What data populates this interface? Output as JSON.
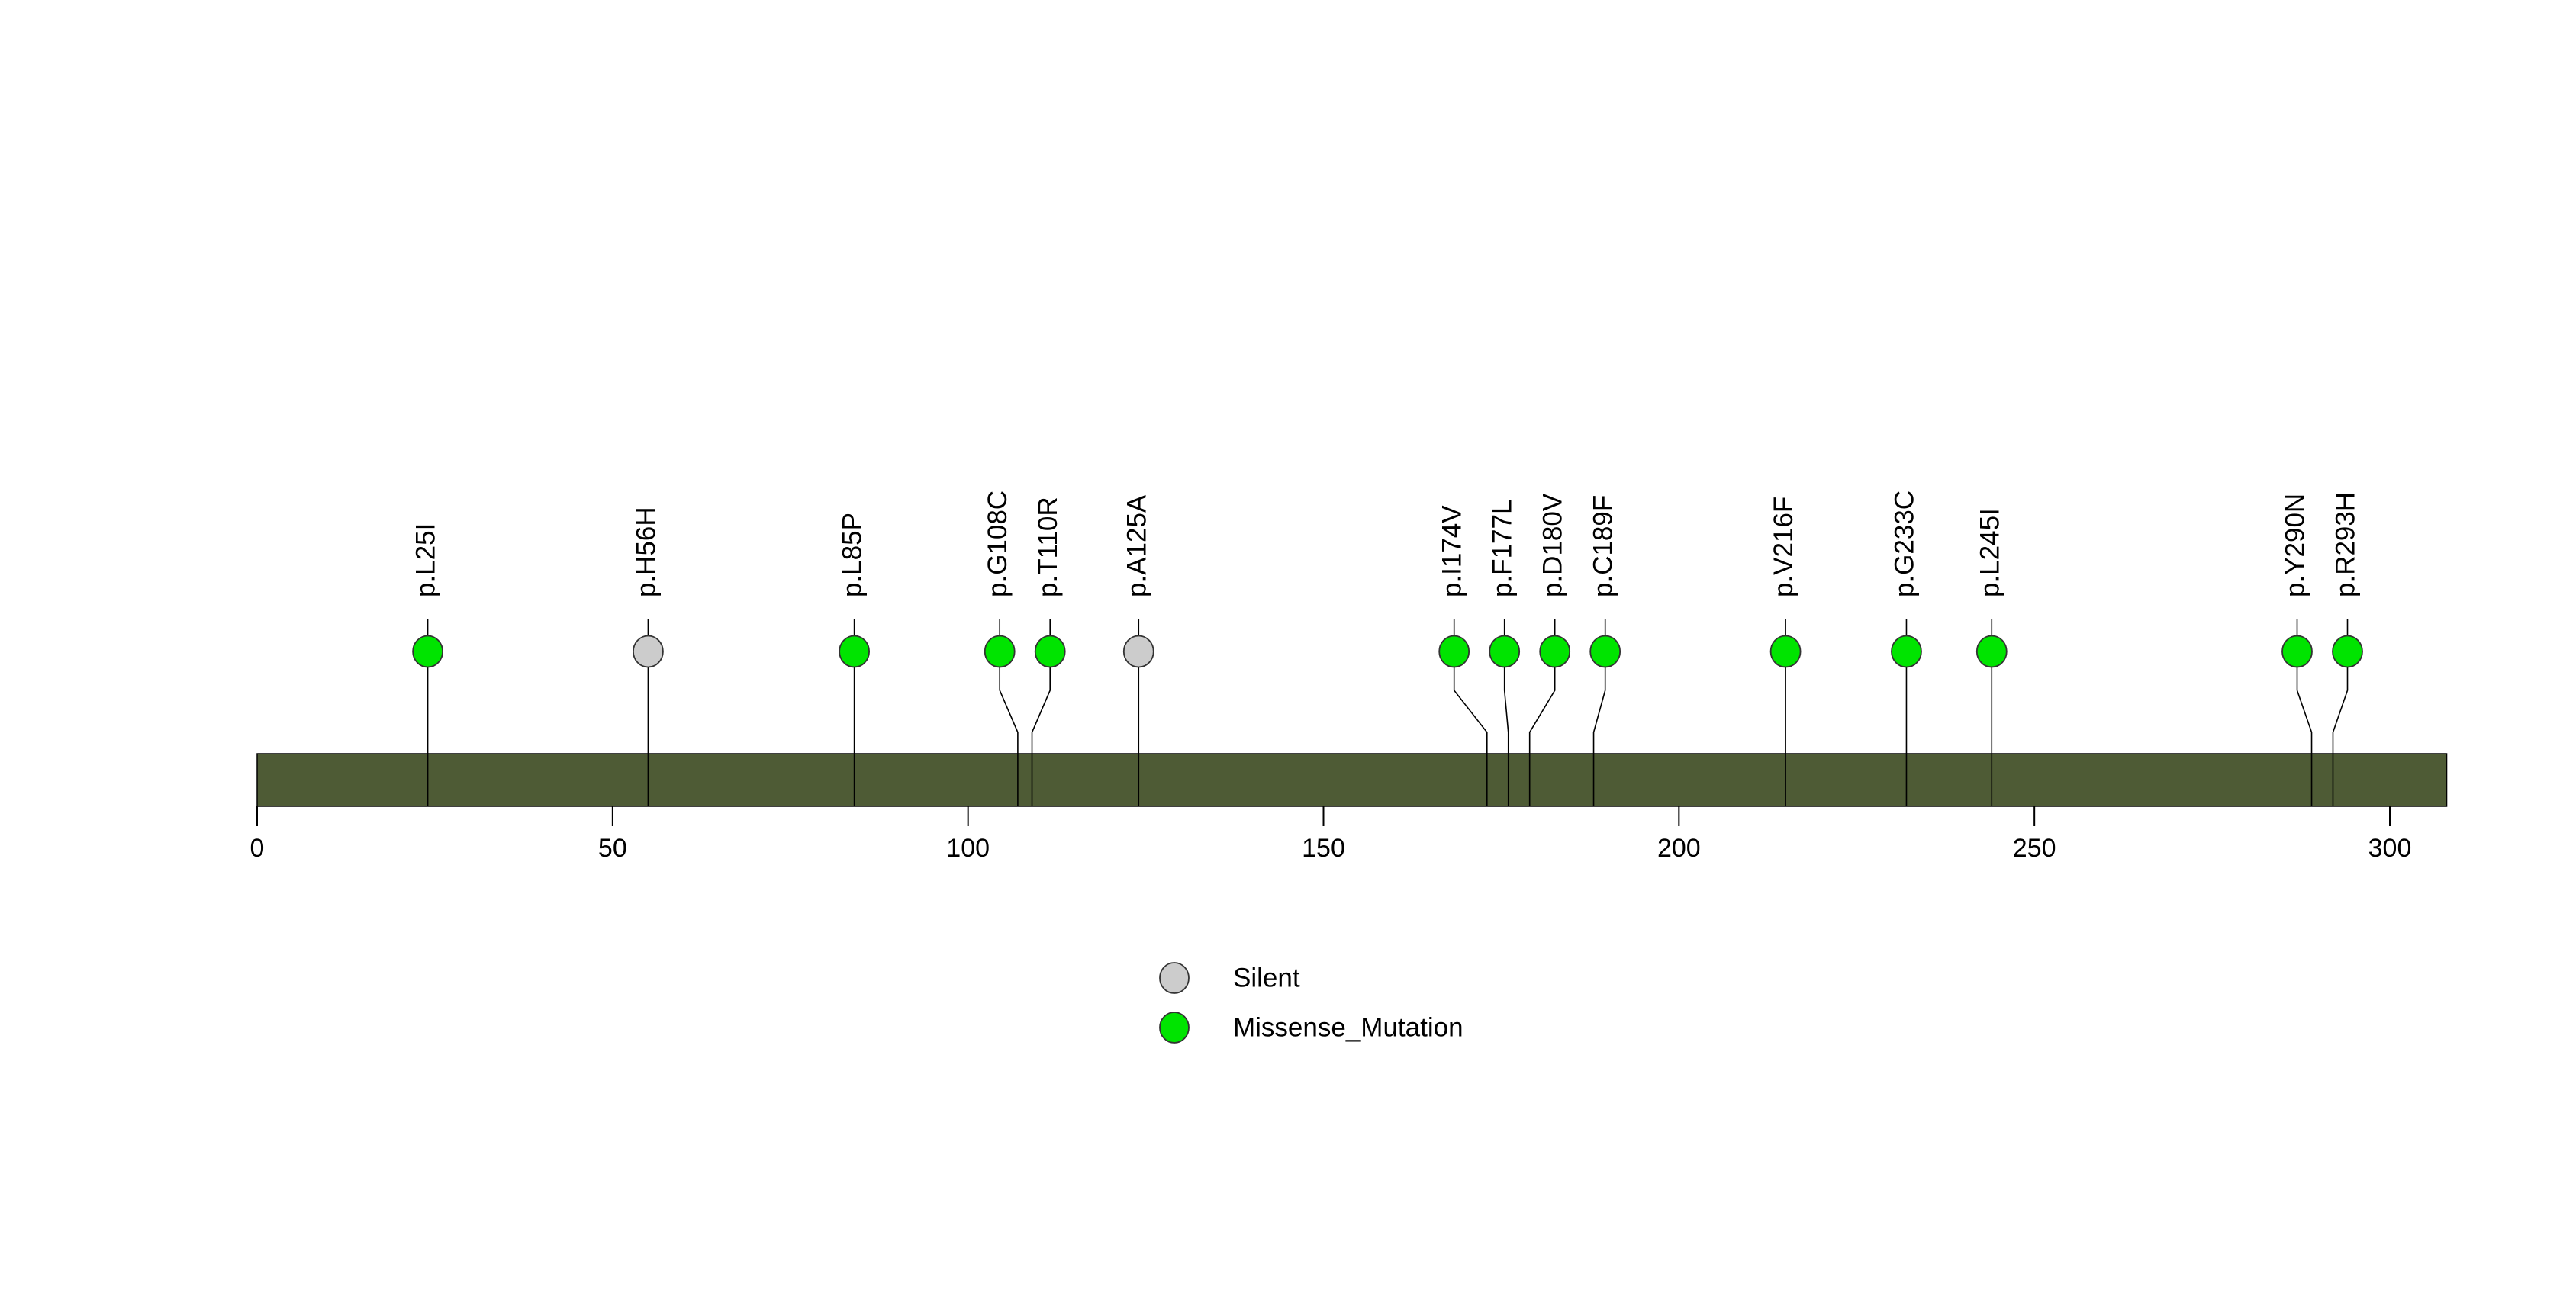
{
  "chart_data": {
    "type": "lollipop",
    "title": "",
    "protein_length_aa": 308,
    "axis": {
      "ticks": [
        0,
        50,
        100,
        150,
        200,
        250,
        300
      ],
      "xlim": [
        0,
        308
      ],
      "grid": false
    },
    "mutations": [
      {
        "label": "p.L25I",
        "position": 25,
        "type": "Missense_Mutation"
      },
      {
        "label": "p.H56H",
        "position": 56,
        "type": "Silent"
      },
      {
        "label": "p.L85P",
        "position": 85,
        "type": "Missense_Mutation"
      },
      {
        "label": "p.G108C",
        "position": 108,
        "type": "Missense_Mutation"
      },
      {
        "label": "p.T110R",
        "position": 110,
        "type": "Missense_Mutation"
      },
      {
        "label": "p.A125A",
        "position": 125,
        "type": "Silent"
      },
      {
        "label": "p.I174V",
        "position": 174,
        "type": "Missense_Mutation"
      },
      {
        "label": "p.F177L",
        "position": 177,
        "type": "Missense_Mutation"
      },
      {
        "label": "p.D180V",
        "position": 180,
        "type": "Missense_Mutation"
      },
      {
        "label": "p.C189F",
        "position": 189,
        "type": "Missense_Mutation"
      },
      {
        "label": "p.V216F",
        "position": 216,
        "type": "Missense_Mutation"
      },
      {
        "label": "p.G233C",
        "position": 233,
        "type": "Missense_Mutation"
      },
      {
        "label": "p.L245I",
        "position": 245,
        "type": "Missense_Mutation"
      },
      {
        "label": "p.Y290N",
        "position": 290,
        "type": "Missense_Mutation"
      },
      {
        "label": "p.R293H",
        "position": 293,
        "type": "Missense_Mutation"
      }
    ],
    "legend": {
      "position": "bottom-center",
      "items": [
        {
          "label": "Silent",
          "color": "#CCCCCC"
        },
        {
          "label": "Missense_Mutation",
          "color": "#00E400"
        }
      ]
    },
    "colors": {
      "Silent": "#CCCCCC",
      "Missense_Mutation": "#00E400",
      "backbone": "#4E5B35",
      "stem": "#000000",
      "circle_stroke": "#333333"
    }
  }
}
